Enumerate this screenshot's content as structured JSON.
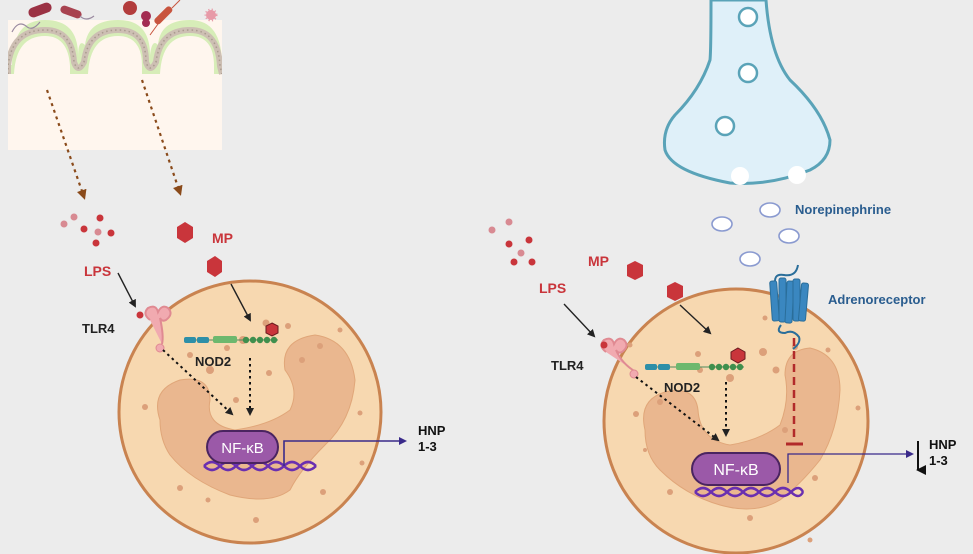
{
  "left_panel": {
    "lps_label": "LPS",
    "mp_label": "MP",
    "tlr4_label": "TLR4",
    "nod2_label": "NOD2",
    "nfkb_label": "NF-κB",
    "hnp_label_line1": "HNP",
    "hnp_label_line2": "1-3",
    "hnp_change": "none"
  },
  "right_panel": {
    "lps_label": "LPS",
    "mp_label": "MP",
    "tlr4_label": "TLR4",
    "nod2_label": "NOD2",
    "nfkb_label": "NF-κB",
    "hnp_label_line1": "HNP",
    "hnp_label_line2": "1-3",
    "hnp_change": "decrease",
    "norepinephrine_label": "Norepinephrine",
    "adrenoreceptor_label": "Adrenoreceptor"
  },
  "colors": {
    "background": "#ececec",
    "cell_fill": "#f7d8b0",
    "cell_border": "#c98350",
    "nucleus": "#eab78f",
    "nfkb_fill": "#9b59a8",
    "nfkb_border": "#4a2460",
    "dna": "#6a2fb0",
    "ligand_red": "#c9353b",
    "label_red": "#c9353b",
    "label_blue": "#2a5d8f",
    "receptor_blue": "#3a87c0",
    "neuron_fill": "#dff0f9",
    "neuron_border": "#5aa3b8",
    "inhibition_red": "#b22a2a",
    "gut_green": "#d7edb8",
    "gut_tissue": "#fff6ee",
    "brown_arrow": "#8a4a1a"
  }
}
